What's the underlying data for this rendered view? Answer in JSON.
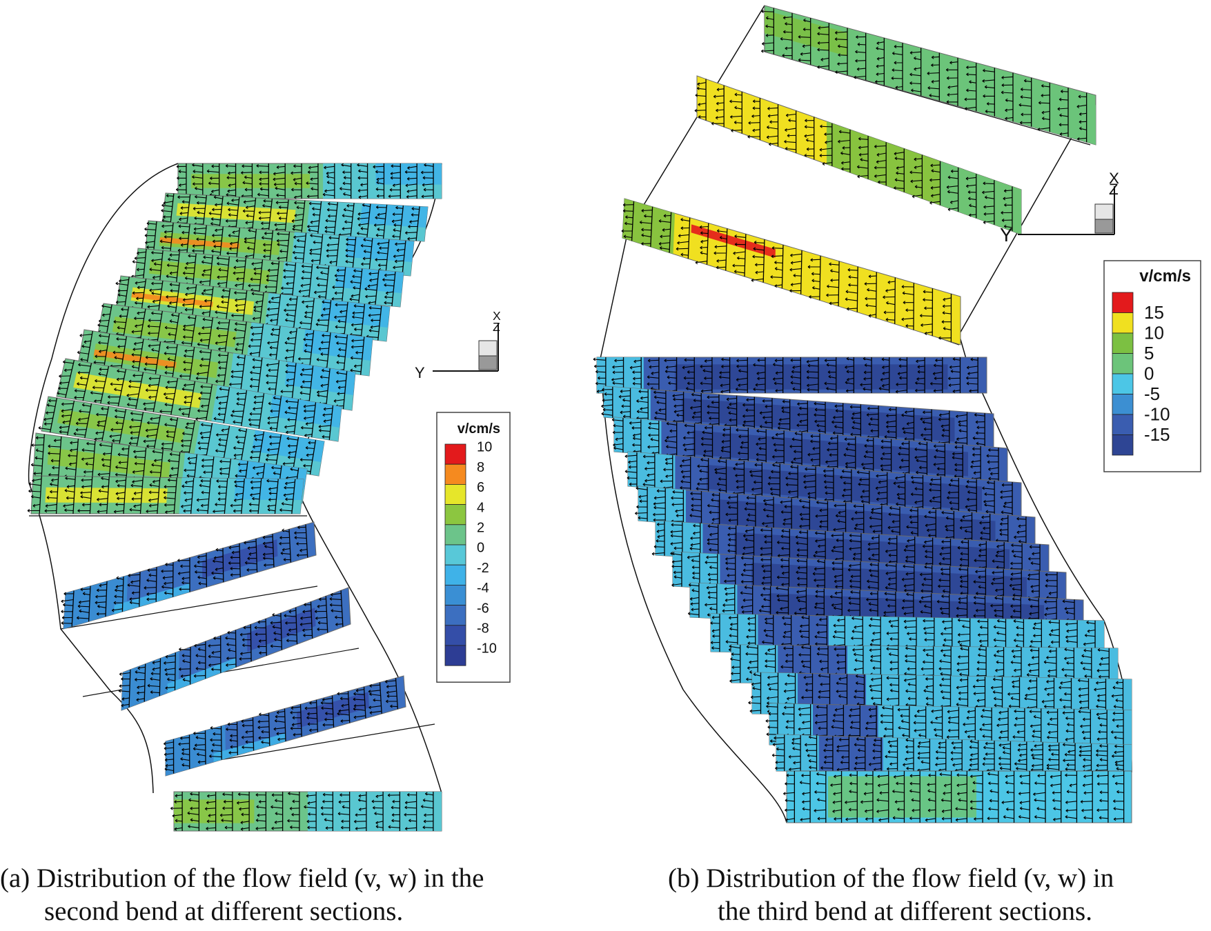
{
  "panels": [
    {
      "id": "a",
      "caption_line1": "(a) Distribution of the flow field (v, w) in the",
      "caption_line2": "second bend at different sections.",
      "axis_labels": {
        "horizontal": "Y",
        "vertical": "X",
        "depth": "Z"
      },
      "legend": {
        "title": "v/cm/s",
        "levels": [
          {
            "label": "10",
            "color": "#e31a1c"
          },
          {
            "label": "8",
            "color": "#f58a1f"
          },
          {
            "label": "6",
            "color": "#e6e62a"
          },
          {
            "label": "4",
            "color": "#8cc640"
          },
          {
            "label": "2",
            "color": "#6cc48a"
          },
          {
            "label": "0",
            "color": "#58c8d8"
          },
          {
            "label": "-2",
            "color": "#3fb2e8"
          },
          {
            "label": "-4",
            "color": "#3a8fd4"
          },
          {
            "label": "-6",
            "color": "#3c6fc0"
          },
          {
            "label": "-8",
            "color": "#344ea8"
          },
          {
            "label": "-10",
            "color": "#2d3d94"
          }
        ]
      }
    },
    {
      "id": "b",
      "caption_line1": "(b) Distribution of the flow field (v, w) in",
      "caption_line2": "the third bend at different sections.",
      "axis_labels": {
        "horizontal": "Y",
        "vertical": "X",
        "depth": "Z"
      },
      "legend": {
        "title": "v/cm/s",
        "levels": [
          {
            "label": "15",
            "color": "#f0e020"
          },
          {
            "label": "10",
            "color": "#7cc042"
          },
          {
            "label": "5",
            "color": "#6cc47a"
          },
          {
            "label": "0",
            "color": "#4cc6e6"
          },
          {
            "label": "-5",
            "color": "#3c8fd2"
          },
          {
            "label": "-10",
            "color": "#3a5db0"
          },
          {
            "label": "-15",
            "color": "#2e4594"
          }
        ],
        "top_color": "#e31a1c"
      }
    }
  ],
  "colors": {
    "outline": "#111111",
    "vector": "#000000"
  }
}
